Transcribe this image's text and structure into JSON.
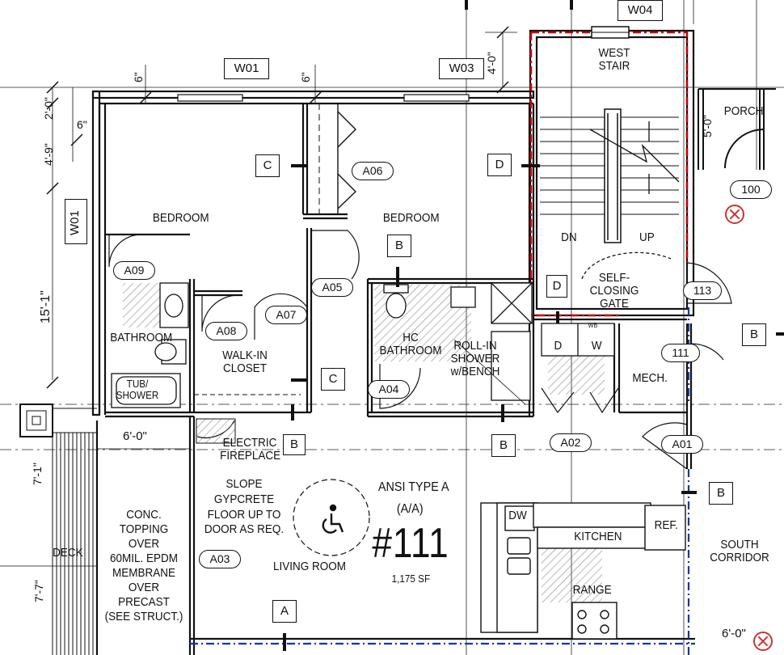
{
  "windows": {
    "w01_top": "W01",
    "w03": "W03",
    "w04": "W04",
    "w01_side": "W01"
  },
  "rooms": {
    "bedroom_left": "BEDROOM",
    "bedroom_right": "BEDROOM",
    "west_stair": "WEST\nSTAIR",
    "porch": "PORCH",
    "bathroom": "BATHROOM",
    "walkin_closet": "WALK-IN\nCLOSET",
    "hc_bathroom": "HC\nBATHROOM",
    "roll_in_shower": "ROLL-IN\nSHOWER\nw/BENCH",
    "mech": "MECH.",
    "tub_shower": "TUB/\nSHOWER",
    "electric_fireplace": "ELECTRIC\nFIREPLACE",
    "slope_note": "SLOPE GYPCRETE\nFLOOR UP TO\nDOOR AS REQ.",
    "living_room": "LIVING ROOM",
    "kitchen": "KITCHEN",
    "range": "RANGE",
    "dw": "DW",
    "ref": "REF.",
    "south_corridor": "SOUTH\nCORRIDOR",
    "deck": "DECK",
    "conc_note": "CONC.\nTOPPING OVER\n60MIL. EPDM\nMEMBRANE\nOVER PRECAST\n(SEE STRUCT.)",
    "self_closing_gate": "SELF-CLOSING\nGATE",
    "dn": "DN",
    "up": "UP",
    "cab_d": "D",
    "cab_w": "W",
    "wb": "WB"
  },
  "unit": {
    "ansi": "ANSI TYPE A",
    "aa": "(A/A)",
    "number": "#111",
    "area": "1,175 SF"
  },
  "doors": {
    "a06": "A06",
    "a09": "A09",
    "a05": "A05",
    "a07": "A07",
    "a08": "A08",
    "a04": "A04",
    "a02": "A02",
    "a01": "A01",
    "a03": "A03",
    "d113": "113",
    "d111": "111",
    "d100": "100"
  },
  "sections": {
    "c1": "C",
    "c2": "C",
    "d1": "D",
    "d2": "D",
    "b1": "B",
    "b2": "B",
    "b3": "B",
    "b4": "B",
    "b5": "B",
    "a1": "A"
  },
  "dims": {
    "six_in_1": "6\"",
    "six_in_2": "6\"",
    "four_0": "4'-0\"",
    "two_0": "2'-0\"",
    "six_in_3": "6\"",
    "four_9": "4'-9\"",
    "fifteen_1": "15'-1\"",
    "six_0_a": "6'-0\"",
    "seven_1": "7'-1\"",
    "seven_7": "7'-7\"",
    "five_0": "5'-0\"",
    "six_0_b": "6'-0\""
  }
}
